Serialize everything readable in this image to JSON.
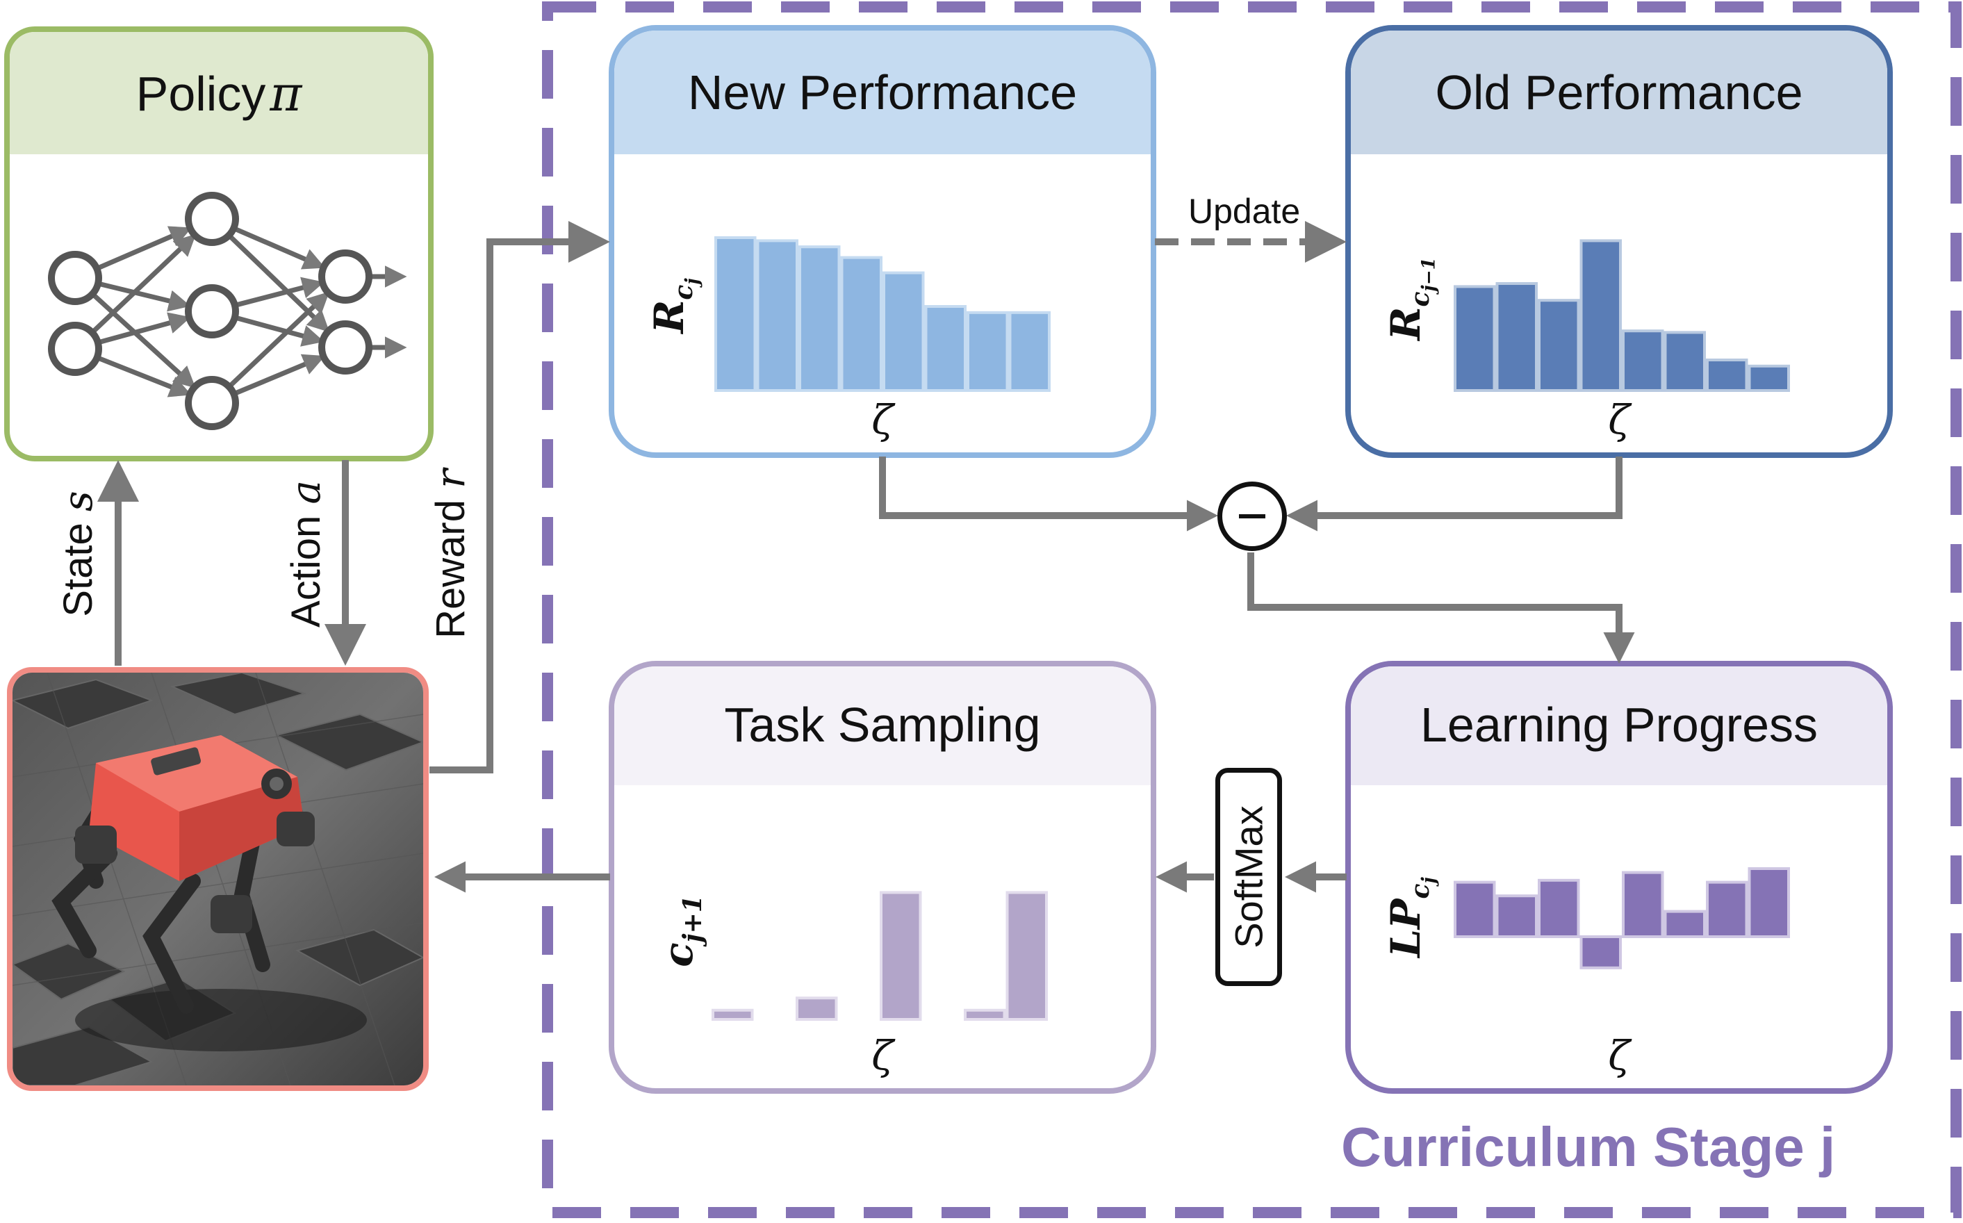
{
  "policy": {
    "title": "Policy ",
    "pi": "π"
  },
  "arrows": {
    "state": "State ",
    "state_sym": "s",
    "action": "Action ",
    "action_sym": "a",
    "reward": "Reward ",
    "reward_sym": "r",
    "update": "Update"
  },
  "boxes": {
    "new_perf": {
      "title": "New Performance",
      "ylabel": "R",
      "sub": "c",
      "subsub": "j",
      "xlabel": "ζ"
    },
    "old_perf": {
      "title": "Old Performance",
      "ylabel": "R",
      "sub": "c",
      "subsub": "j−1",
      "xlabel": "ζ"
    },
    "learning_progress": {
      "title": "Learning Progress",
      "ylabel": "LP",
      "sub": "c",
      "subsub": "j",
      "xlabel": "ζ"
    },
    "task_sampling": {
      "title": "Task Sampling",
      "ylabel": "c",
      "sub": "j+1",
      "xlabel": "ζ"
    }
  },
  "softmax": "SoftMax",
  "minus": "−",
  "curriculum": "Curriculum Stage j",
  "colors": {
    "policy": "#9bbb65",
    "policy_fill": "#dfe9cf",
    "new_perf": "#8eb6e1",
    "new_perf_fill": "#c5dbf1",
    "old_perf": "#4a6ea5",
    "old_perf_fill": "#c8d6e6",
    "learning": "#8573b5",
    "learning_fill": "#ece9f4",
    "task": "#b2a5c9",
    "task_fill": "#f4f2f8",
    "robot": "#f08c84",
    "arrow": "#7a7a7a",
    "curriculum": "#8573b5"
  },
  "chart_data": [
    {
      "type": "bar",
      "name_ref": "New Performance",
      "values": [
        10,
        9.8,
        9.4,
        8.7,
        7.7,
        5.5,
        5.1,
        5.1
      ]
    },
    {
      "type": "bar",
      "name_ref": "Old Performance",
      "values": [
        6.8,
        7.0,
        5.9,
        9.8,
        3.9,
        3.8,
        2.0,
        1.6
      ]
    },
    {
      "type": "bar",
      "name_ref": "Learning Progress",
      "values": [
        2.8,
        2.1,
        2.9,
        -1.6,
        3.3,
        1.3,
        2.8,
        3.5
      ]
    },
    {
      "type": "bar",
      "name_ref": "Task Sampling",
      "values": [
        0.6,
        0,
        1.4,
        0,
        8.3,
        0,
        0.6,
        8.3
      ]
    }
  ]
}
